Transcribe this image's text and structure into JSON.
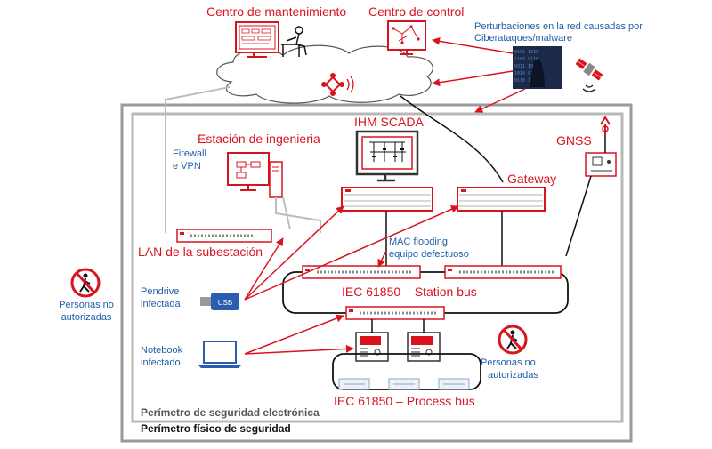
{
  "title_maintenance": "Centro de mantenimiento",
  "title_control": "Centro de control",
  "cyber": {
    "line1": "Perturbaciones en la red causadas por",
    "line2": "Ciberataques/malware"
  },
  "scada": "IHM SCADA",
  "engineering": "Estación de ingenieria",
  "firewall": {
    "line1": "Firewall",
    "line2": "e VPN"
  },
  "gnss": "GNSS",
  "gateway": "Gateway",
  "lan": "LAN de la subestación",
  "mac": {
    "line1": "MAC flooding:",
    "line2": "equipo defectuoso"
  },
  "station_bus": "IEC 61850 – Station bus",
  "process_bus": "IEC 61850 – Process bus",
  "pendrive": {
    "line1": "Pendrive",
    "line2": "infectada",
    "usb": "USB"
  },
  "notebook": {
    "line1": "Notebook",
    "line2": "infectado"
  },
  "unauth_left": {
    "line1": "Personas no",
    "line2": "autorizadas"
  },
  "unauth_right": {
    "line1": "Personas no",
    "line2": "autorizadas"
  },
  "perimeter_electronic": "Perímetro de seguridad electrónica",
  "perimeter_physical": "Perímetro físico de seguridad",
  "colors": {
    "accent": "#d9141f",
    "text_blue": "#1f5fa8",
    "perimeter_outer": "#9a9a9a",
    "perimeter_inner": "#b5b5b5"
  }
}
